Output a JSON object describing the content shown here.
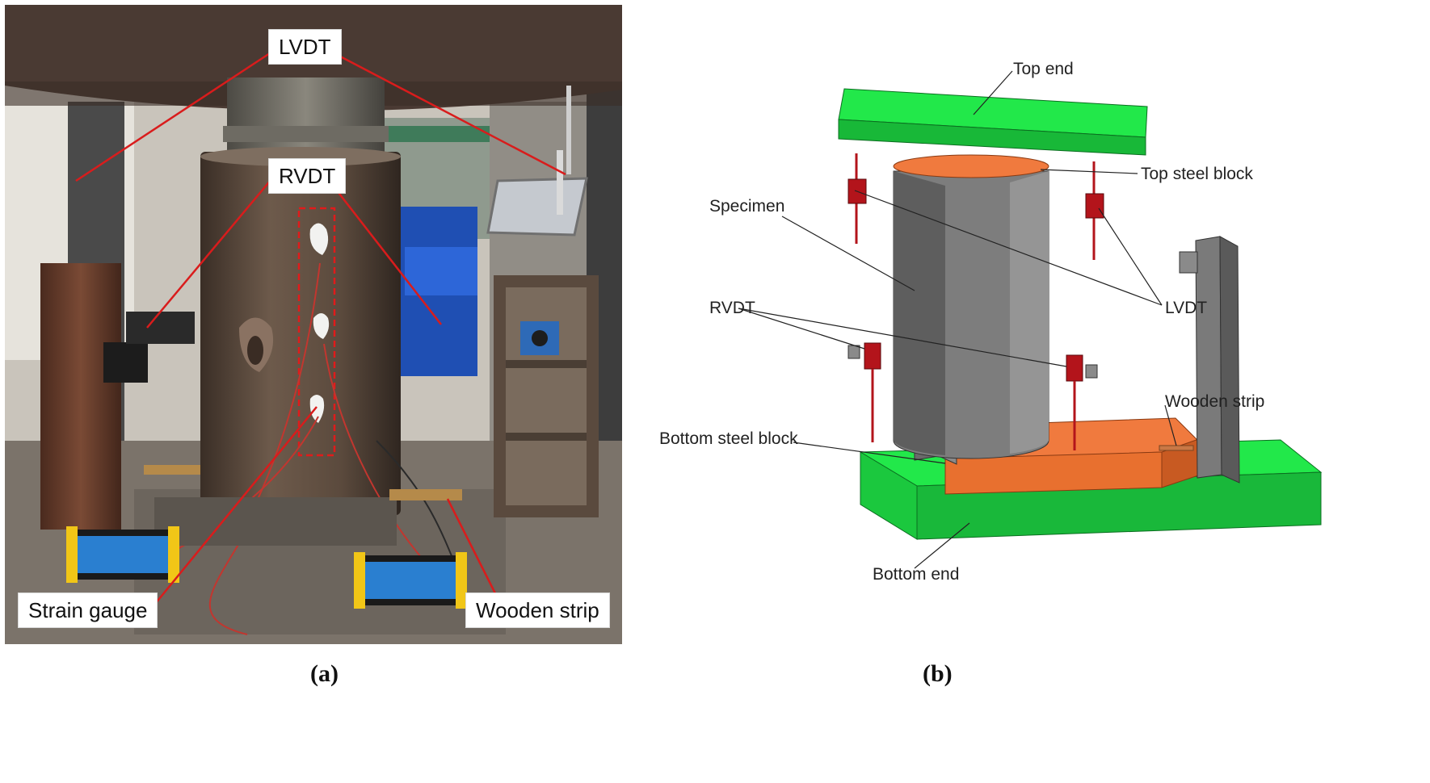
{
  "photo_panel": {
    "labels": {
      "lvdt": "LVDT",
      "rvdt": "RVDT",
      "strain_gauge": "Strain gauge",
      "wooden_strip": "Wooden strip"
    },
    "caption": "(a)"
  },
  "model_panel": {
    "labels": {
      "top_end": "Top end",
      "top_steel_block": "Top steel block",
      "specimen": "Specimen",
      "lvdt": "LVDT",
      "rvdt": "RVDT",
      "wooden_strip": "Wooden strip",
      "bottom_steel_block": "Bottom steel block",
      "bottom_end": "Bottom end"
    },
    "caption": "(b)"
  },
  "colors": {
    "plate_green": "#22e84a",
    "steel_orange": "#f07a3e",
    "specimen_gray": "#7d7d7d",
    "sensor_red": "#b3141b",
    "leader_red": "#d91c1c"
  }
}
